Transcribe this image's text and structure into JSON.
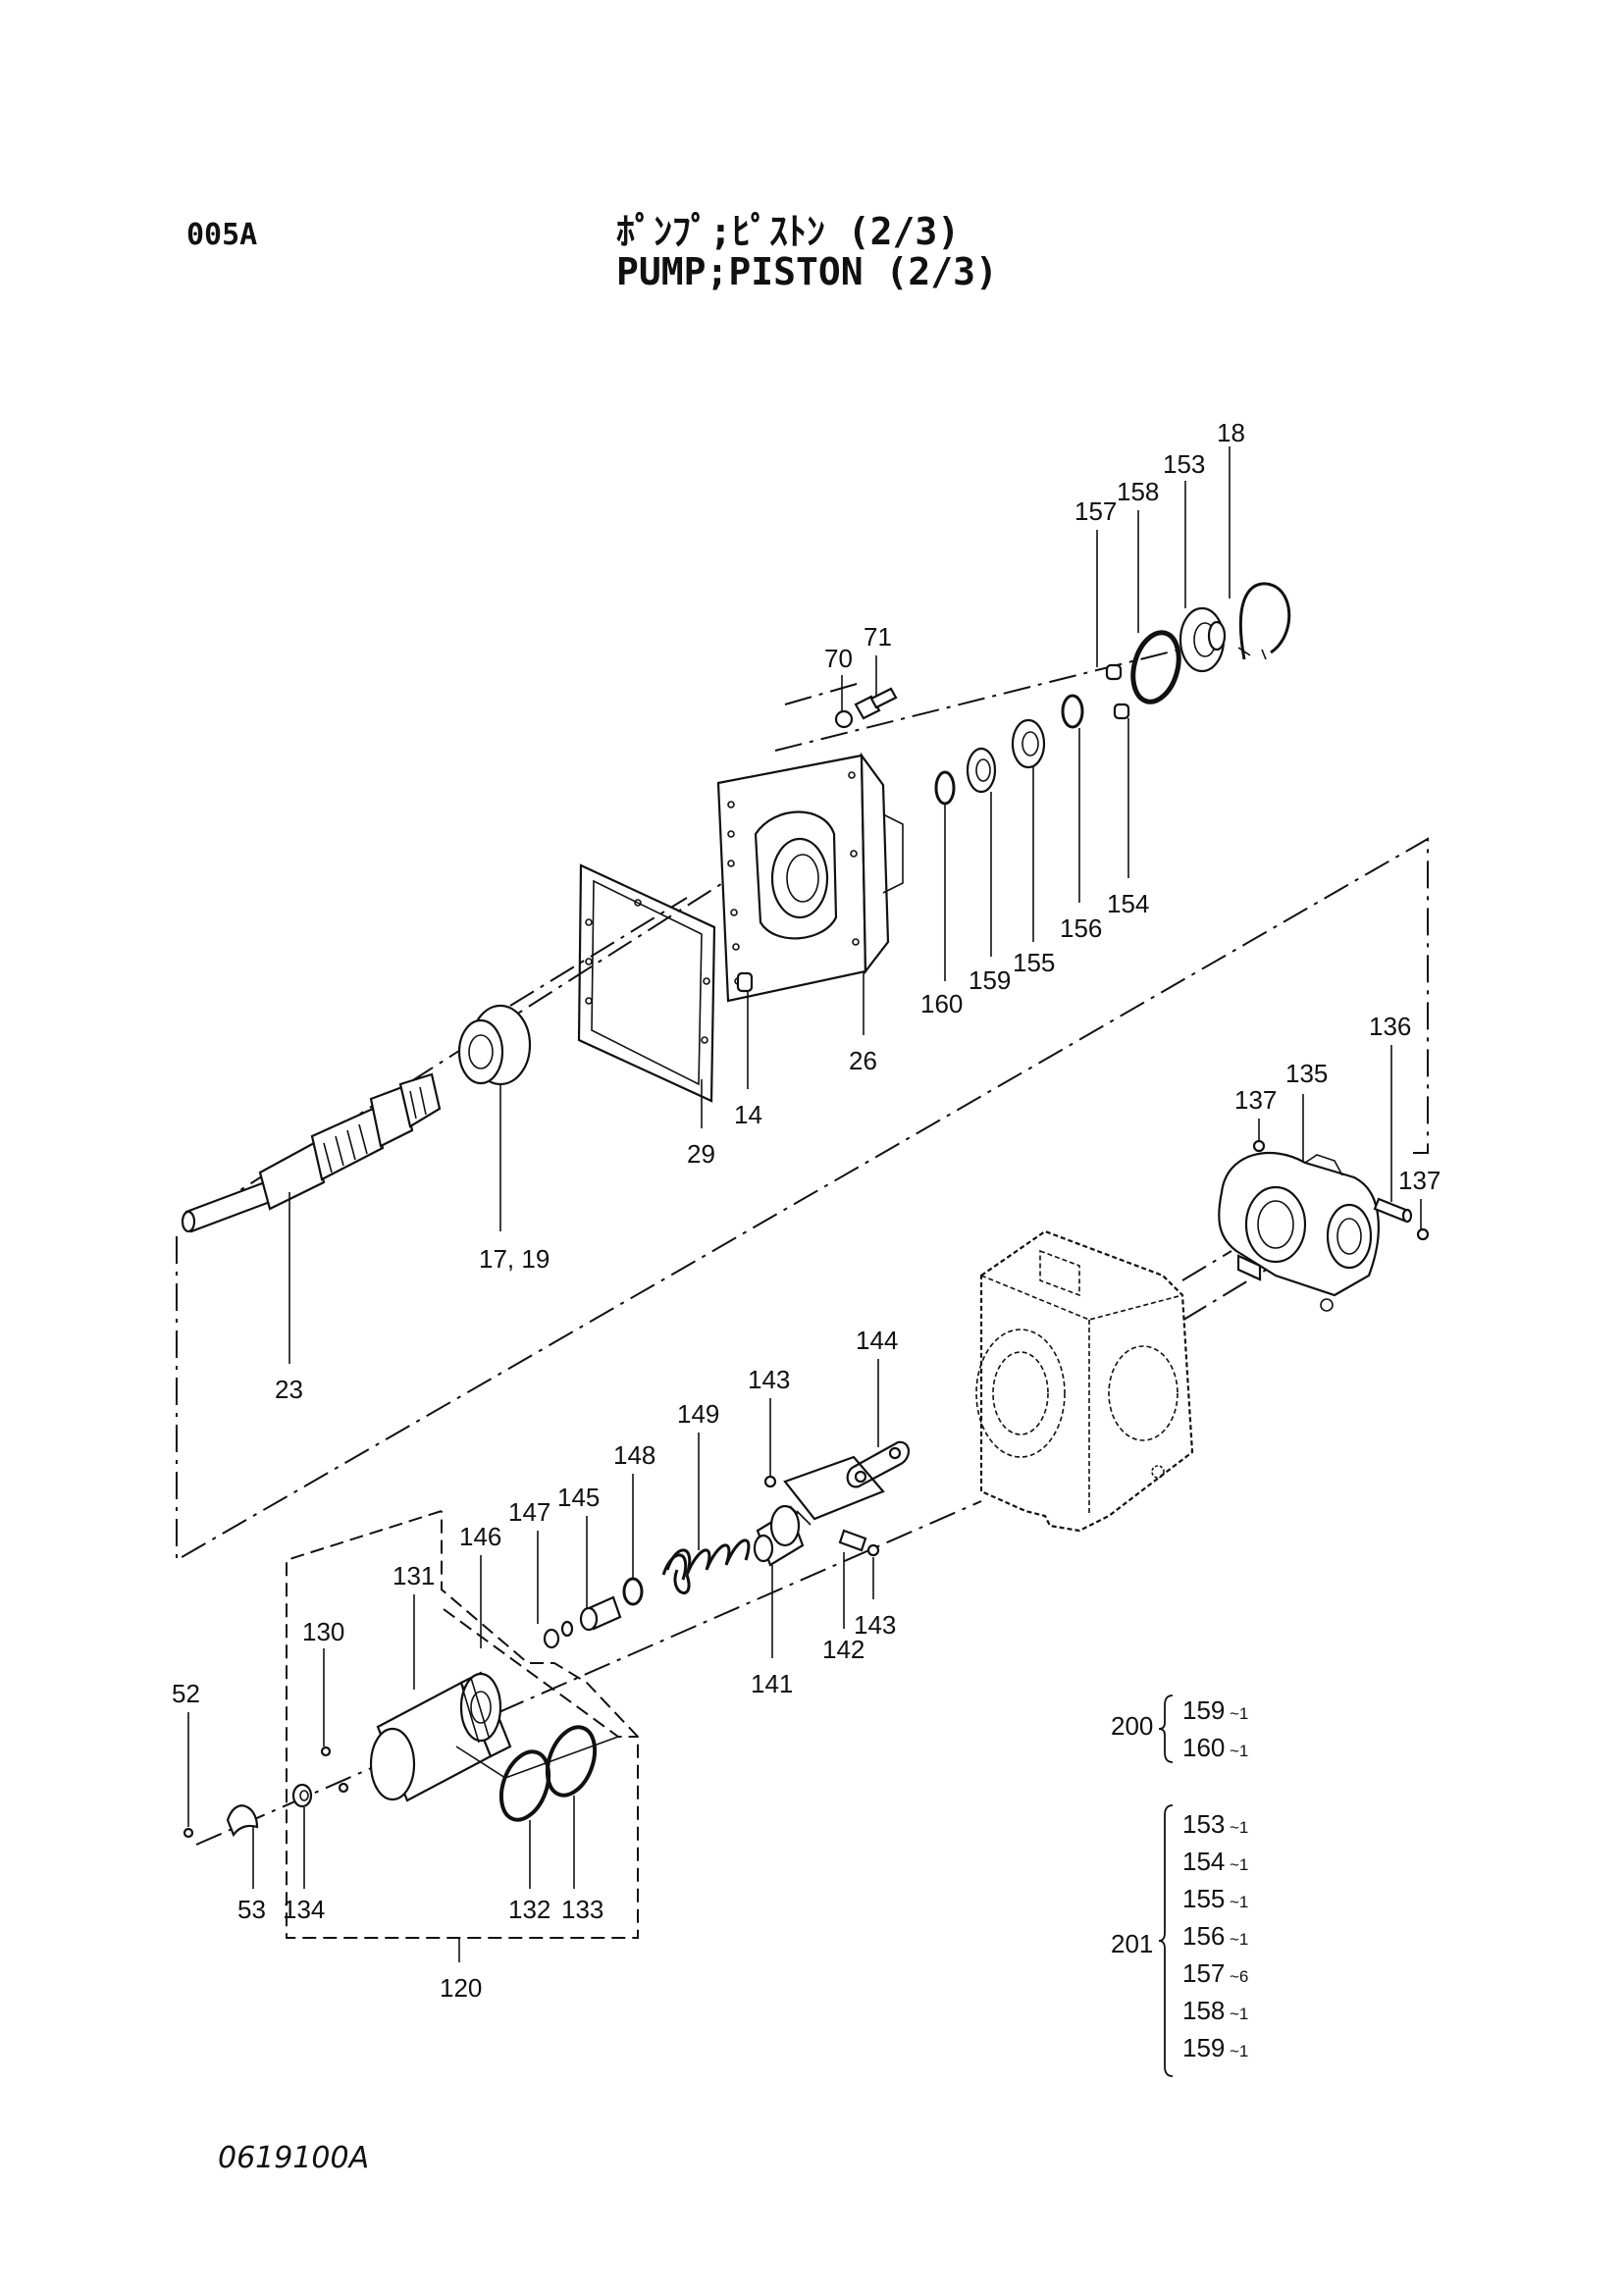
{
  "header": {
    "code": "005A",
    "title_jp": "ﾎﾟﾝﾌﾟ;ﾋﾟｽﾄﾝ (2/3)",
    "title_en": "PUMP;PISTON (2/3)"
  },
  "footer": {
    "drawing_no": "0619100A"
  },
  "labels": {
    "p18": "18",
    "p153": "153",
    "p158": "158",
    "p157": "157",
    "p71": "71",
    "p70": "70",
    "p154": "154",
    "p156": "156",
    "p155": "155",
    "p159": "159",
    "p160": "160",
    "p26": "26",
    "p14": "14",
    "p29": "29",
    "p17_19": "17, 19",
    "p23": "23",
    "p136": "136",
    "p135": "135",
    "p137a": "137",
    "p137b": "137",
    "p144": "144",
    "p143a": "143",
    "p149": "149",
    "p148": "148",
    "p145": "145",
    "p147": "147",
    "p146": "146",
    "p141": "141",
    "p142": "142",
    "p143b": "143",
    "p131": "131",
    "p130": "130",
    "p52": "52",
    "p53": "53",
    "p134": "134",
    "p132": "132",
    "p133": "133",
    "p120": "120"
  },
  "kits": [
    {
      "number": "200",
      "items": [
        {
          "part": "159",
          "qty": "~1"
        },
        {
          "part": "160",
          "qty": "~1"
        }
      ]
    },
    {
      "number": "201",
      "items": [
        {
          "part": "153",
          "qty": "~1"
        },
        {
          "part": "154",
          "qty": "~1"
        },
        {
          "part": "155",
          "qty": "~1"
        },
        {
          "part": "156",
          "qty": "~1"
        },
        {
          "part": "157",
          "qty": "~6"
        },
        {
          "part": "158",
          "qty": "~1"
        },
        {
          "part": "159",
          "qty": "~1"
        }
      ]
    }
  ]
}
